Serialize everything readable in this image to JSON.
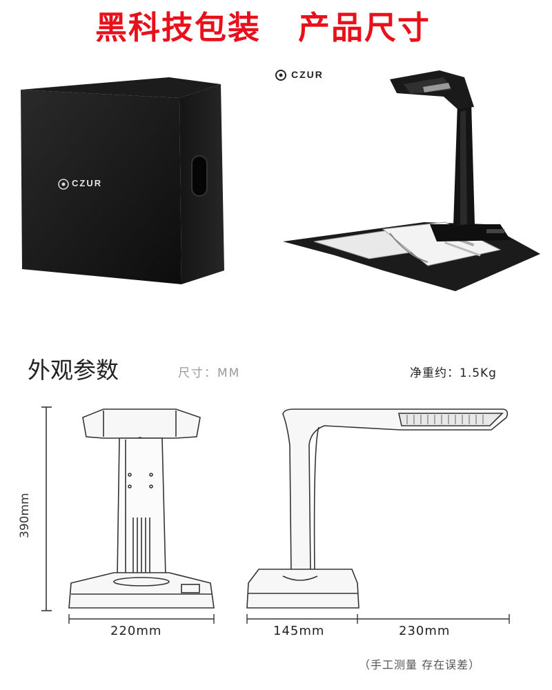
{
  "header": {
    "left_title": "黑科技包装",
    "right_title": "产品尺寸"
  },
  "box": {
    "brand": "CZUR"
  },
  "scanner_photo": {
    "brand": "CZUR"
  },
  "specs": {
    "title": "外观参数",
    "unit_label": "尺寸：MM",
    "weight_label": "净重约：1.5Kg"
  },
  "dimensions": {
    "height": "390mm",
    "base_width": "220mm",
    "base_depth": "145mm",
    "arm_length": "230mm"
  },
  "note": "（手工测量 存在误差）",
  "colors": {
    "title_red": "#e8101b",
    "box_black": "#1a1a1a",
    "line": "#333333"
  }
}
